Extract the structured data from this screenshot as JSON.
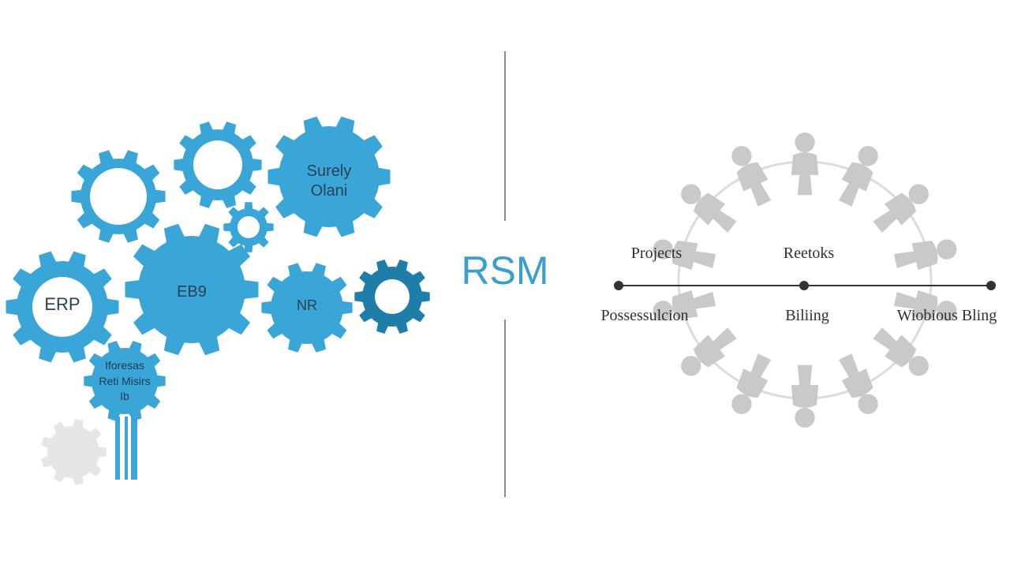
{
  "colors": {
    "gear_primary": "#3aa6d8",
    "gear_dark": "#1f7ea8",
    "gear_faded": "#e6e6e6",
    "divider": "#8a8a8a",
    "people": "#c9c9c9",
    "timeline": "#333333",
    "title": "#3a9ecf"
  },
  "left_panel": {
    "gears": [
      {
        "label": ""
      },
      {
        "label": ""
      },
      {
        "label_line1": "Surely",
        "label_line2": "Olani"
      },
      {
        "label": ""
      },
      {
        "label": "ERP"
      },
      {
        "label": "EB9"
      },
      {
        "label": "NR"
      },
      {
        "label": ""
      },
      {
        "label_line1": "Iforesas",
        "label_line2": "Reti Misirs",
        "label_line3": "Ib"
      },
      {
        "label": ""
      }
    ]
  },
  "center": {
    "title": "RSM"
  },
  "right_panel": {
    "icon": "people-circle-icon",
    "timeline": {
      "top_labels": [
        "Projects",
        "Reetoks"
      ],
      "bottom_labels": [
        "Possessulcion",
        "Biliing",
        "Wiobious Bling"
      ]
    }
  }
}
